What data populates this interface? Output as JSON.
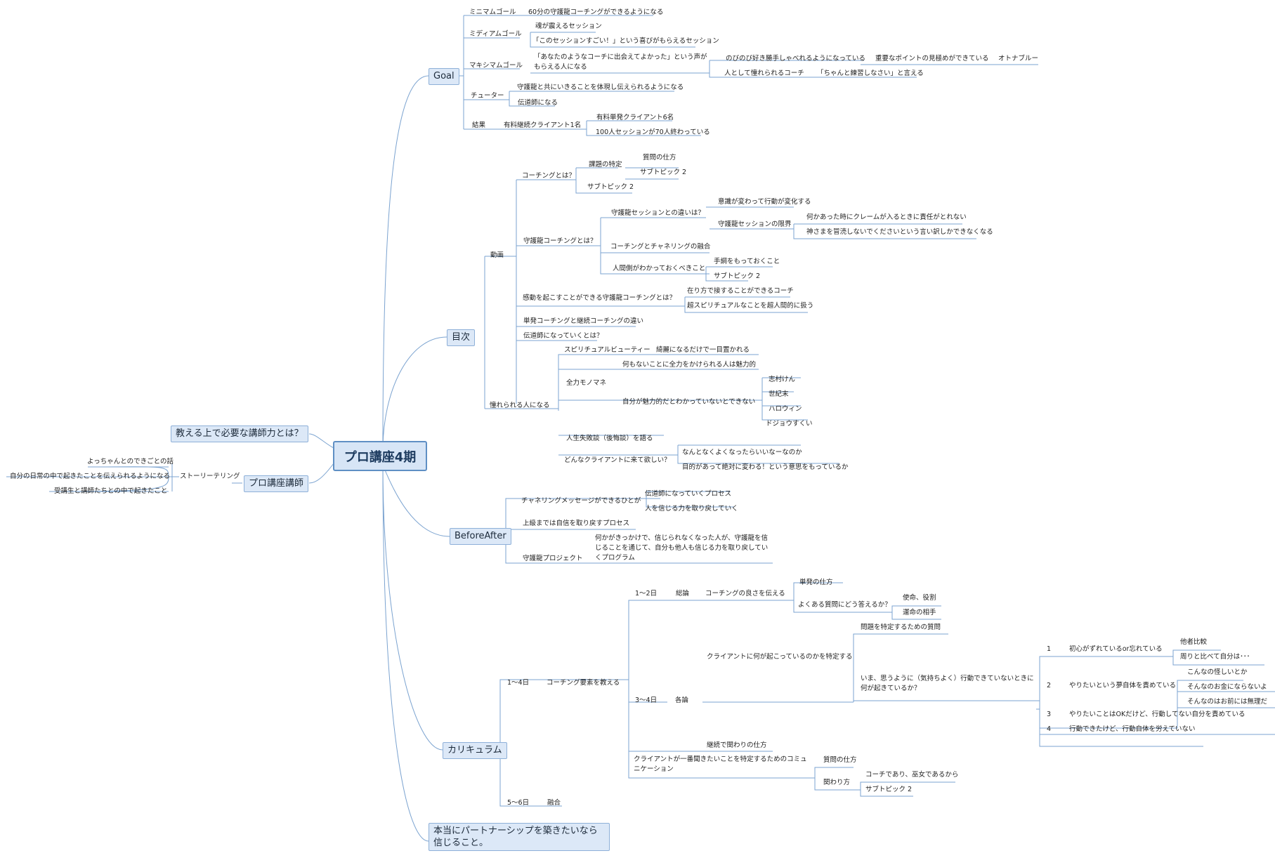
{
  "central": "プロ講座4期",
  "left": {
    "teaching": "教える上で必要な講師力とは？",
    "instructor": "プロ講座講師",
    "storytelling": "ストーリーテリング",
    "story_items": [
      "よっちゃんとのできごとの話",
      "自分の日常の中で起きたことを伝えられるようになる",
      "受講生と講師たちとの中で起きたこと"
    ]
  },
  "goal": {
    "label": "Goal",
    "minimum": "ミニマムゴール",
    "minimum_item": "60分の守護龍コーチングができるようになる",
    "medium": "ミディアムゴール",
    "medium_items": [
      "魂が震えるセッション",
      "「このセッションすごい！」という喜びがもらえるセッション"
    ],
    "maximum": "マキシマムゴール",
    "maximum_item": "「あなたのようなコーチに出会えてよかった」という声がもらえる人になる",
    "freely": "のびのび好き勝手しゃべれるようになっている",
    "key_points": "重要なポイントの見極めができている",
    "auto_blue": "オトナブルー",
    "admired_coach": "人として憧れられるコーチ",
    "practice": "「ちゃんと練習しなさい」と言える",
    "tutor": "チューター",
    "tutor_items": [
      "守護龍と共にいきることを体現し伝えられるようになる",
      "伝道師になる"
    ],
    "result": "結果",
    "result_item": "有料継続クライアント1名",
    "result_sub": [
      "有料単発クライアント6名",
      "100人セッションが70人終わっている"
    ]
  },
  "toc": {
    "label": "目次",
    "video": "動画",
    "what_coaching": "コーチングとは？",
    "identify_issue": "課題の特定",
    "how_to_ask": "質問の仕方",
    "subtopic2": "サブトピック 2",
    "what_guardian": "守護龍コーチングとは？",
    "diff_session": "守護龍セッションとの違いは？",
    "awareness": "意識が変わって行動が変化する",
    "limit": "守護龍セッションの限界",
    "limit_items": [
      "何かあった時にクレームが入るときに責任がとれない",
      "神さまを冒涜しないでくださいという言い訳しかできなくなる"
    ],
    "fusion": "コーチングとチャネリングの融合",
    "human_side": "人間側がわかっておくべきこと",
    "guide": "手綱をもっておくこと",
    "moving": "感動を起こすことができる守護龍コーチングとは？",
    "moving_items": [
      "在り方で接することができるコーチ",
      "超スピリチュアルなことを超人間的に扱う"
    ],
    "single_cont": "単発コーチングと継続コーチングの違い",
    "evangelist": "伝道師になっていくとは？",
    "admired": "憧れられる人になる",
    "spiritual_beauty": "スピリチュアルビューティー",
    "beauty_item": "綺麗になるだけで一目置かれる",
    "full_imitation": "全力モノマネ",
    "charm": "何もないことに全力をかけられる人は魅力的",
    "cant_do": "自分が魅力的だとわかっていないとできない",
    "examples": [
      "志村けん",
      "世紀末",
      "ハロウィン",
      "ドジョウすくい"
    ],
    "failure": "人生失敗談（後悔談）を語る",
    "client_wish": "どんなクライアントに来て欲しい？",
    "client_items": [
      "なんとなくよくなったらいいなーなのか",
      "目的があって絶対に変わる！という意思をもっているか"
    ]
  },
  "before_after": {
    "label": "BeforeAfter",
    "channeling": "チャネリングメッセージができるひとが",
    "channeling_items": [
      "伝道師になっていくプロセス",
      "人を信じる力を取り戻していく"
    ],
    "advanced": "上級までは自信を取り戻すプロセス",
    "project": "守護龍プロジェクト",
    "project_desc": "何かがきっかけで、信じられなくなった人が、守護龍を信じることを通じて、自分も他人も信じる力を取り戻していくプログラム"
  },
  "curriculum": {
    "label": "カリキュラム",
    "days1_4": "1〜4日",
    "teach_elements": "コーチング要素を教える",
    "days1_2": "1〜2日",
    "general": "総論",
    "convey": "コーチングの良さを伝える",
    "single_way": "単発の仕方",
    "faq": "よくある質問にどう答えるか？",
    "faq_items": [
      "使命、役割",
      "運命の相手"
    ],
    "days3_4": "3〜4日",
    "specific": "各論",
    "identify_client": "クライアントに何が起こっているのかを特定する",
    "identify_question": "問題を特定するための質問",
    "cant_act": "いま、思うように（気持ちよく）行動できていないときに何が起きているか？",
    "nums": [
      "1",
      "2",
      "3",
      "4"
    ],
    "reason1": "初心がずれているor忘れている",
    "r1_items": [
      "他者比較",
      "周りと比べて自分は･･･"
    ],
    "reason2": "やりたいという夢自体を責めている",
    "r2_items": [
      "こんなの怪しいとか",
      "そんなのお金にならないよ",
      "そんなのはお前には無理だ"
    ],
    "reason3": "やりたいことはOKだけど、行動してない自分を責めている",
    "reason4": "行動できたけど、行動自体を労えていない",
    "continuous": "継続で関わりの仕方",
    "communication": "クライアントが一番聞きたいことを特定するためのコミュニケーション",
    "question_way": "質問の仕方",
    "involvement": "関わり方",
    "coach_shaman": "コーチであり、巫女であるから",
    "subtopic2": "サブトピック 2",
    "days5_6": "5〜6日",
    "integration": "融合"
  },
  "partnership": "本当にパートナーシップを築きたいなら信じること。"
}
